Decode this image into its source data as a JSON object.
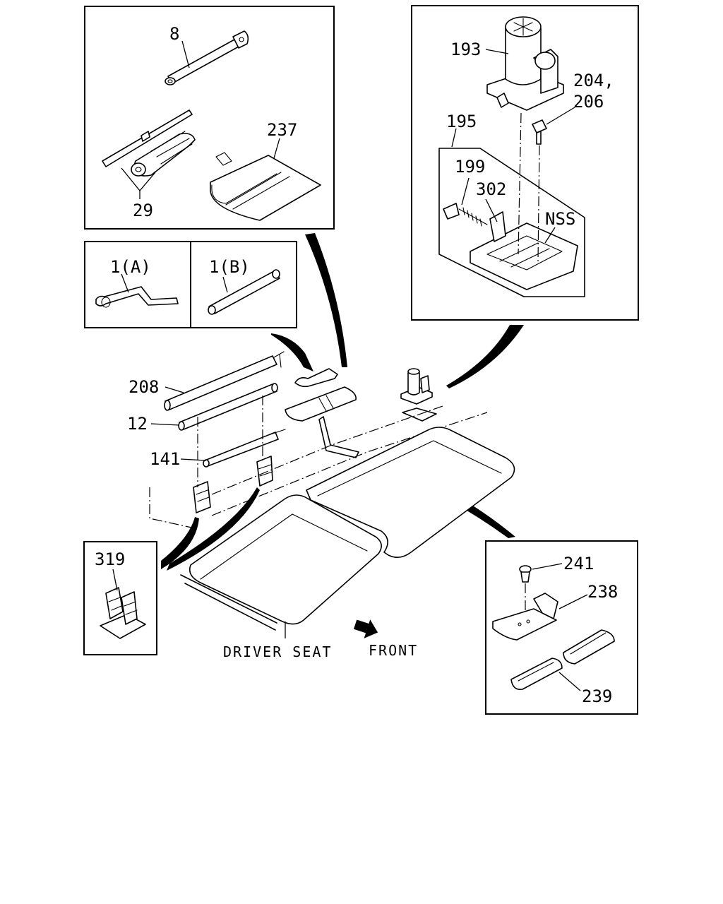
{
  "labels": {
    "p8": "8",
    "p29": "29",
    "p237": "237",
    "p193": "193",
    "p204_206_a": "204,",
    "p204_206_b": "206",
    "p195": "195",
    "p199": "199",
    "p302": "302",
    "nss": "NSS",
    "p1a": "1(A)",
    "p1b": "1(B)",
    "p208": "208",
    "p12": "12",
    "p141": "141",
    "p319": "319",
    "p241": "241",
    "p238": "238",
    "p239": "239"
  },
  "captions": {
    "driver_seat": "DRIVER SEAT",
    "front": "FRONT"
  }
}
